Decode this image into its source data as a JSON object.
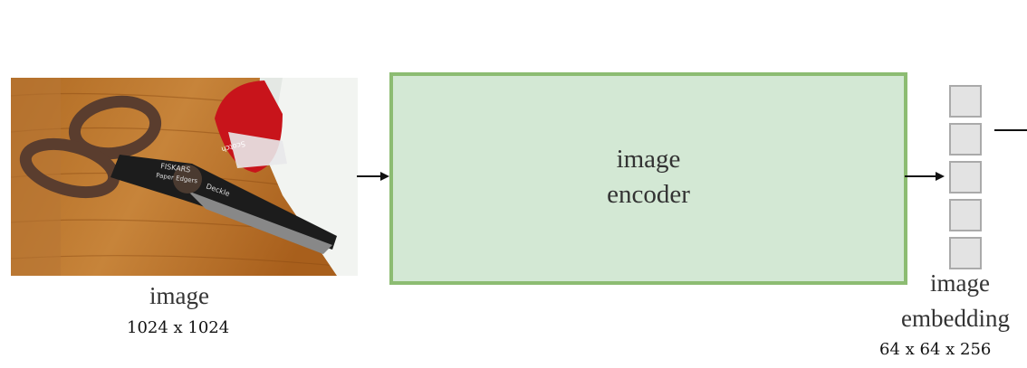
{
  "input": {
    "label": "image",
    "size": "1024 x 1024",
    "photo_brand_text": "FISKARS",
    "photo_product_text": "Paper Edgers",
    "photo_blade_text": "Deckle",
    "photo_tape_text": "Scotch"
  },
  "encoder": {
    "line1": "image",
    "line2": "encoder",
    "fill_color": "#d3e8d4",
    "border_color": "#8cbc72"
  },
  "output": {
    "label_line1": "image",
    "label_line2": "embedding",
    "size": "64 x 64 x 256",
    "cell_count": 5
  }
}
